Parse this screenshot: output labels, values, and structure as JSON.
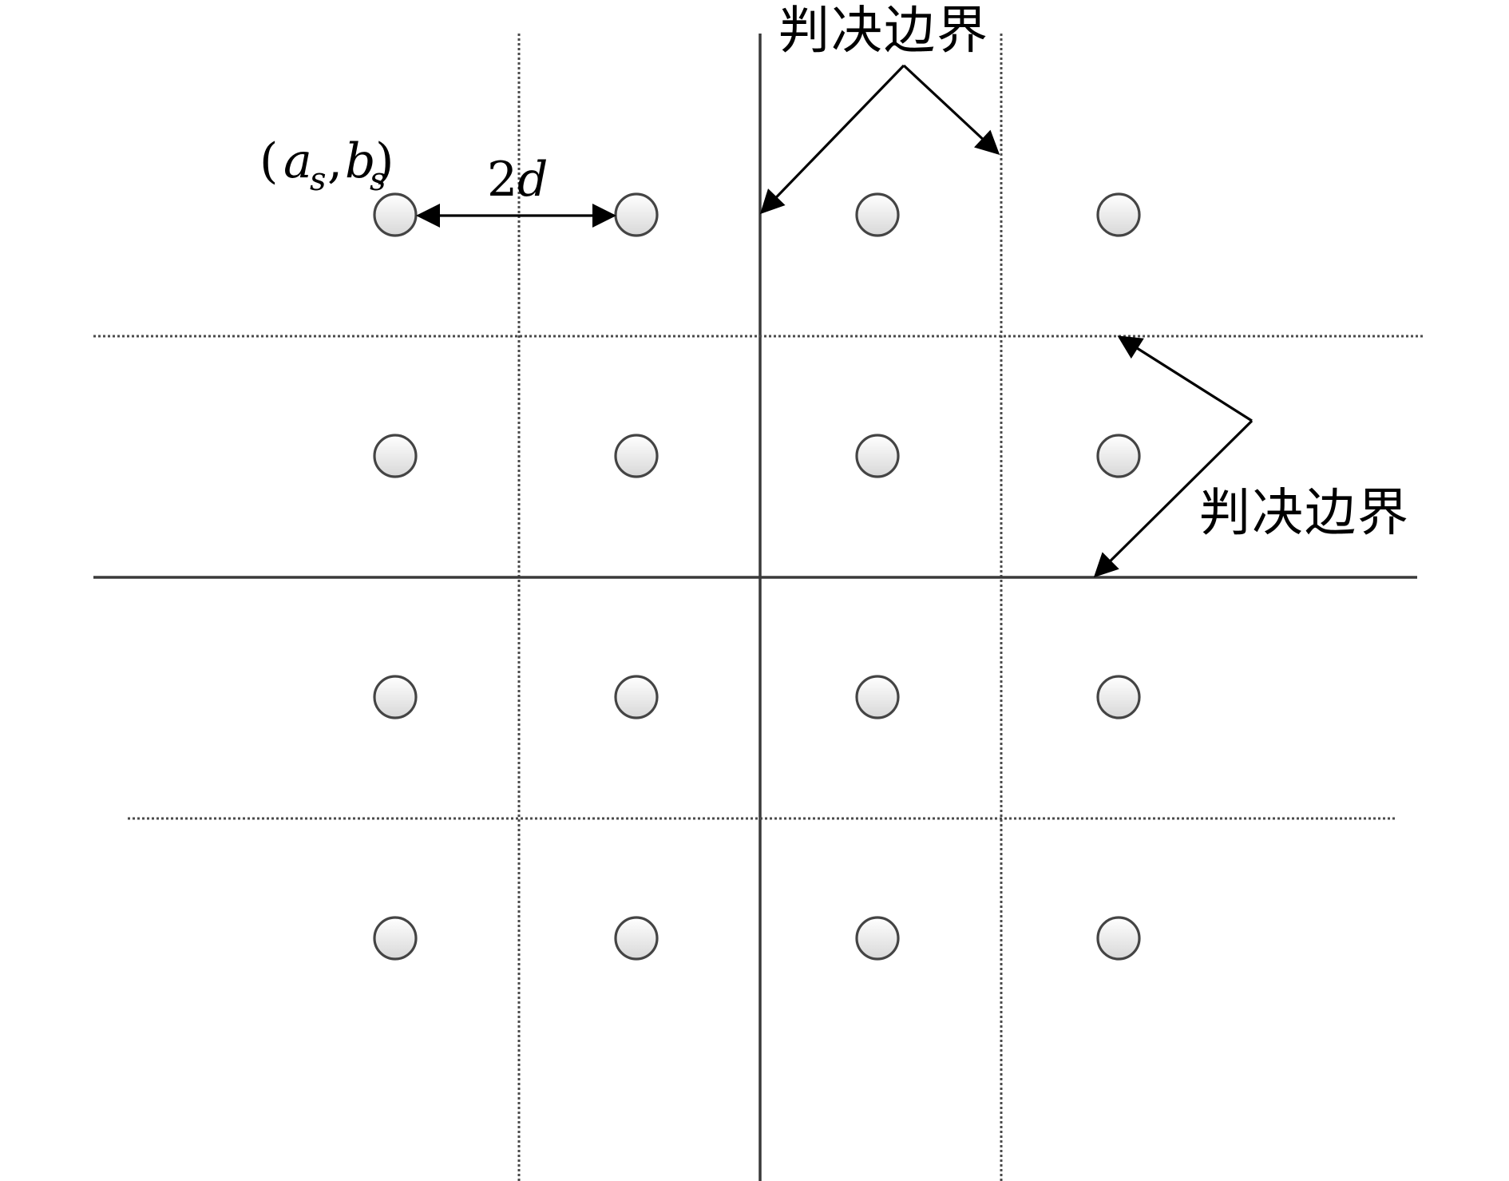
{
  "diagram": {
    "labels": {
      "decision_boundary_top": "判决边界",
      "decision_boundary_right": "判决边界",
      "spacing_coefficient": "2",
      "spacing_var": "d",
      "point_open_paren": "(",
      "point_a": "a",
      "point_a_sub": "s",
      "point_comma": ",",
      "point_b": "b",
      "point_b_sub": "s",
      "point_close_paren": ")"
    },
    "constellation": {
      "rows": 4,
      "cols": 4
    },
    "colors": {
      "point_fill_top": "#ffffff",
      "point_fill_bottom": "#d8d8d8",
      "point_stroke": "#444444",
      "boundary": "#3a3a3a",
      "arrow": "#000000"
    }
  }
}
